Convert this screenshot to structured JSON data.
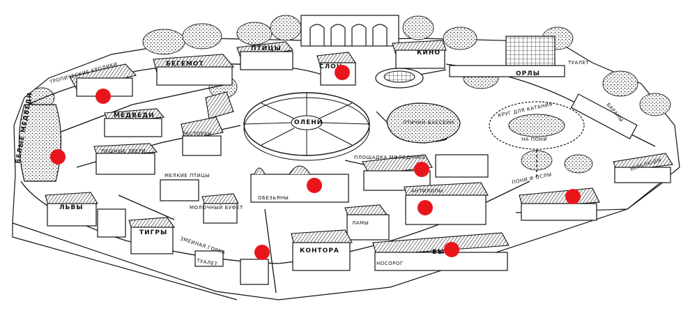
{
  "colors": {
    "marker": "#e8161b",
    "ink": "#111111",
    "paper": "#ffffff"
  },
  "labels": {
    "tropical": "ТРОПИЧЕСКИЕ КРОЛИКИ",
    "hippo": "БЕГЕМОТ",
    "birds": "ПТИЦЫ",
    "elephant": "СЛОН",
    "cinema": "КИНО",
    "eagles": "ОРЛЫ",
    "toilet_ne": "ТУАЛЕТ",
    "bears": "МЕДВЕДИ",
    "restaurant": "РЕСТОРАН",
    "furs": "ПУШНЫЕ ЗВЕРИ",
    "small_birds": "МЕЛКИЕ ПТИЦЫ",
    "white_bears": "БЕЛЫЕ МЕДВЕДИ",
    "deer": "ОЛЕНИ",
    "bird_pool": "ПТИЧИЙ БАССЕЙН",
    "pony_ring": "КРУГ ДЛЯ КАТАНИЯ",
    "pony_ring2": "НА ПОНИ",
    "young": "ПЛОЩАДКА МОЛОДНЯКА",
    "monkeys": "ОБЕЗЬЯНЫ",
    "dairy": "МОЛОЧНЫЙ БУФЕТ",
    "lions": "ЛЬВЫ",
    "tigers": "ТИГРЫ",
    "snake_hill": "ЗМЕИНАЯ ГОРКА",
    "toilet_s": "ТУАЛЕТ",
    "office": "КОНТОРА",
    "antelope": "АНТИЛОПЫ",
    "lamas": "ЛАМЫ",
    "bulls": "БЫКИ",
    "rhino": "НОСОРОГ",
    "pony_donkey": "ПОНИ И ОСЛЫ",
    "camels": "ВЕРБЛЮДЫ",
    "sheep": "БАРАНЫ"
  },
  "markers": [
    {
      "name": "marker-tropical-rabbits"
    },
    {
      "name": "marker-elephant"
    },
    {
      "name": "marker-white-bears"
    },
    {
      "name": "marker-monkeys"
    },
    {
      "name": "marker-young-animals"
    },
    {
      "name": "marker-antelopes"
    },
    {
      "name": "marker-pony-donkeys"
    },
    {
      "name": "marker-snake-hill"
    },
    {
      "name": "marker-bulls"
    }
  ]
}
